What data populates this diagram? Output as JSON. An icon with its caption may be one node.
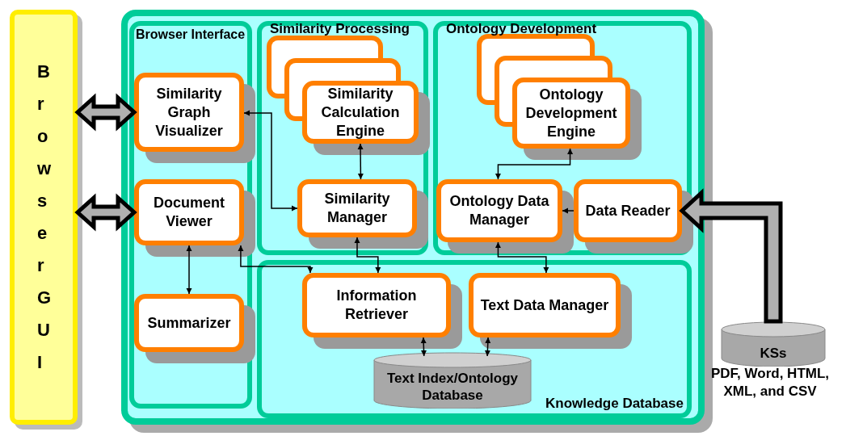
{
  "diagram": {
    "nodes": [
      {
        "text": [
          "Browser GUI"
        ]
      },
      {
        "text": [],
        "shape": "box"
      },
      {
        "text": [
          "Browser Interface"
        ],
        "in": 1
      },
      {
        "text": [
          "Similarity Processing"
        ],
        "in": 1
      },
      {
        "text": [
          "Ontology Development"
        ],
        "in": 1
      },
      {
        "text": [
          "Knowledge Database"
        ],
        "in": 1
      },
      {
        "text": [
          "Similarity Graph Visualizer"
        ],
        "in": 2
      },
      {
        "text": [
          "Document Viewer"
        ],
        "in": 2
      },
      {
        "text": [
          "Summarizer"
        ],
        "in": 2
      },
      {
        "text": [
          "Similarity Calculation Engine"
        ],
        "in": 3
      },
      {
        "text": [
          "Similarity Manager"
        ],
        "in": 3
      },
      {
        "text": [
          "Ontology Development Engine"
        ],
        "in": 4
      },
      {
        "text": [
          "Ontology Data Manager"
        ],
        "in": 4
      },
      {
        "text": [
          "Data Reader"
        ],
        "in": 4
      },
      {
        "text": [
          "Information Retriever"
        ],
        "in": 5
      },
      {
        "text": [
          "Text Data Manager"
        ],
        "in": 5
      },
      {
        "text": [
          "Text Index/Ontology Database"
        ],
        "in": 5
      },
      {
        "text": [
          "KSs"
        ],
        "beside": [
          "PDF, Word, HTML, XML, and CSV"
        ]
      }
    ],
    "edges": [
      {
        "from": 0,
        "to": 6,
        "arrow": "both",
        "style": "thick"
      },
      {
        "from": 0,
        "to": 7,
        "arrow": "both",
        "style": "thick"
      },
      {
        "from": 6,
        "to": 10,
        "arrow": "both"
      },
      {
        "from": 9,
        "to": 10,
        "arrow": "both"
      },
      {
        "from": 10,
        "to": 14,
        "arrow": "both"
      },
      {
        "from": 7,
        "to": 14,
        "arrow": "both"
      },
      {
        "from": 7,
        "to": 8,
        "arrow": "both"
      },
      {
        "from": 11,
        "to": 12,
        "arrow": "both"
      },
      {
        "from": 13,
        "to": 12,
        "arrow": "to"
      },
      {
        "from": 17,
        "to": 13,
        "arrow": "to",
        "style": "thick"
      },
      {
        "from": 12,
        "to": 15,
        "arrow": "both"
      },
      {
        "from": 14,
        "to": 16,
        "arrow": "both"
      },
      {
        "from": 15,
        "to": 16,
        "arrow": "both"
      }
    ]
  }
}
